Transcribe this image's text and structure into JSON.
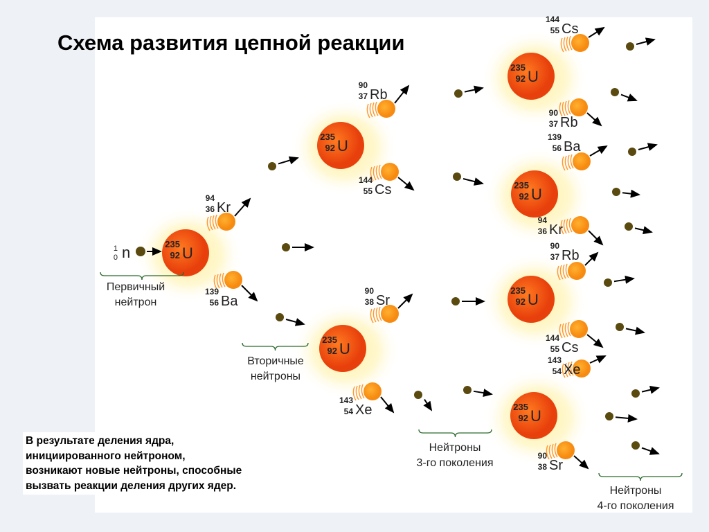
{
  "title": "Схема развития цепной реакции",
  "caption": [
    " В результате деления ядра,",
    "инициированного нейтроном,",
    "возникают новые нейтроны, способные",
    "вызвать реакции деления других ядер."
  ],
  "colors": {
    "nucleus": "#f04e10",
    "fragment": "#ff9a1a",
    "neutron": "#5a4a10",
    "glow": "#fff3a6"
  },
  "uranium": {
    "mass": "235",
    "charge": "92",
    "symbol": "U"
  },
  "neutron_label": {
    "mass": "1",
    "charge": "0",
    "symbol": "n"
  },
  "generation_labels": [
    {
      "line1": "Первичный",
      "line2": "нейтрон"
    },
    {
      "line1": "Вторичные",
      "line2": "нейтроны"
    },
    {
      "line1": "Нейтроны",
      "line2": "3-го поколения"
    },
    {
      "line1": "Нейтроны",
      "line2": "4-го поколения"
    }
  ],
  "fragments": [
    {
      "mass": "94",
      "charge": "36",
      "symbol": "Kr"
    },
    {
      "mass": "139",
      "charge": "56",
      "symbol": "Ba"
    },
    {
      "mass": "90",
      "charge": "37",
      "symbol": "Rb"
    },
    {
      "mass": "144",
      "charge": "55",
      "symbol": "Cs"
    },
    {
      "mass": "90",
      "charge": "38",
      "symbol": "Sr"
    },
    {
      "mass": "143",
      "charge": "54",
      "symbol": "Xe"
    },
    {
      "mass": "144",
      "charge": "55",
      "symbol": "Cs"
    },
    {
      "mass": "90",
      "charge": "37",
      "symbol": "Rb"
    },
    {
      "mass": "139",
      "charge": "56",
      "symbol": "Ba"
    },
    {
      "mass": "94",
      "charge": "36",
      "symbol": "Kr"
    },
    {
      "mass": "90",
      "charge": "37",
      "symbol": "Rb"
    },
    {
      "mass": "144",
      "charge": "55",
      "symbol": "Cs"
    },
    {
      "mass": "143",
      "charge": "54",
      "symbol": "Xe"
    },
    {
      "mass": "90",
      "charge": "38",
      "symbol": "Sr"
    }
  ]
}
